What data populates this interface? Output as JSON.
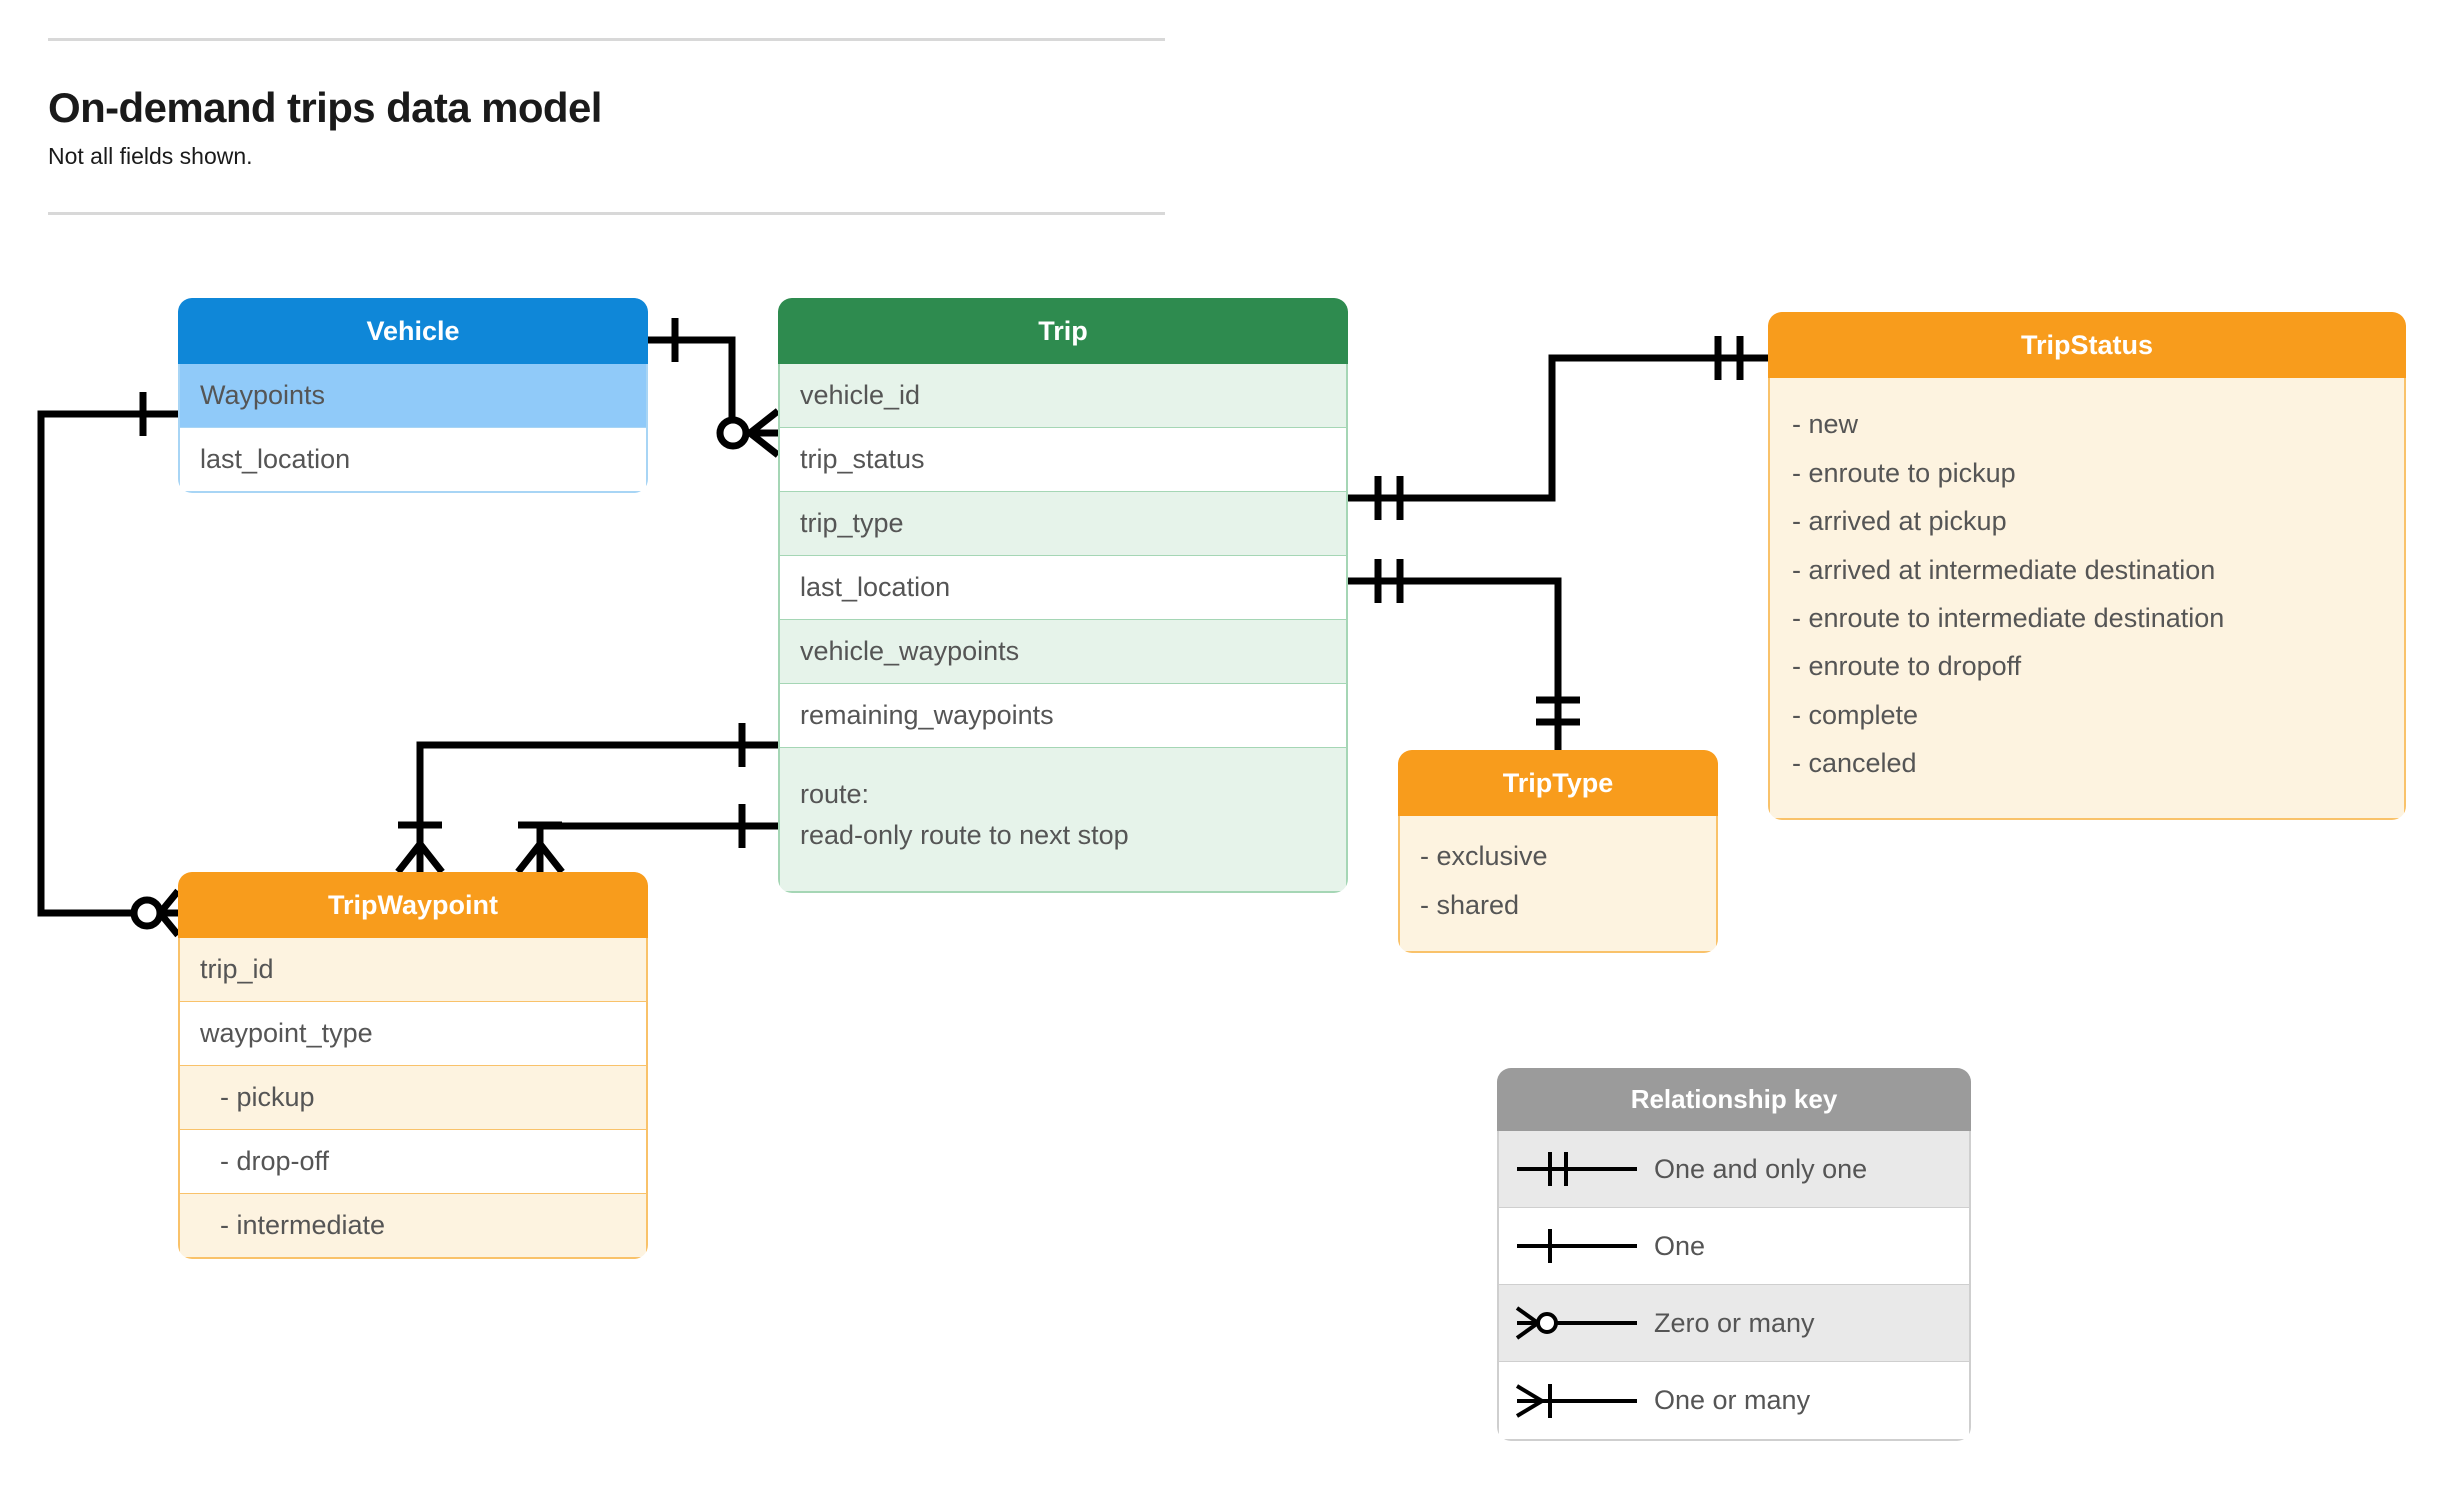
{
  "header": {
    "title": "On-demand trips data model",
    "subtitle": "Not all fields shown."
  },
  "entities": {
    "vehicle": {
      "name": "Vehicle",
      "header_color": "#0f87d8",
      "rows": [
        "Waypoints",
        "last_location"
      ]
    },
    "trip": {
      "name": "Trip",
      "header_color": "#2e8b4f",
      "rows": [
        "vehicle_id",
        "trip_status",
        "trip_type",
        "last_location",
        "vehicle_waypoints",
        "remaining_waypoints"
      ],
      "route_label": "route:",
      "route_desc": "read-only route to next stop"
    },
    "trip_status": {
      "name": "TripStatus",
      "header_color": "#f89c1c",
      "values": [
        "- new",
        "- enroute to pickup",
        "- arrived at pickup",
        "- arrived at intermediate destination",
        "- enroute to intermediate destination",
        "- enroute to dropoff",
        "- complete",
        "- canceled"
      ]
    },
    "trip_type": {
      "name": "TripType",
      "header_color": "#f89c1c",
      "values": [
        "- exclusive",
        "- shared"
      ]
    },
    "trip_waypoint": {
      "name": "TripWaypoint",
      "header_color": "#f89c1c",
      "rows": [
        "trip_id",
        "waypoint_type"
      ],
      "enum_rows": [
        "-  pickup",
        "-  drop-off",
        "-  intermediate"
      ]
    }
  },
  "legend": {
    "title": "Relationship key",
    "header_color": "#9b9b9b",
    "items": [
      {
        "symbol": "one-and-only-one",
        "label": "One and only one"
      },
      {
        "symbol": "one",
        "label": "One"
      },
      {
        "symbol": "zero-or-many",
        "label": "Zero or many"
      },
      {
        "symbol": "one-or-many",
        "label": "One or many"
      }
    ]
  },
  "relationships": [
    {
      "from": "Vehicle",
      "from_card": "one",
      "to": "Trip.vehicle_id",
      "to_card": "zero-or-many"
    },
    {
      "from": "Trip.trip_status",
      "from_card": "one-and-only-one",
      "to": "TripStatus",
      "to_card": "one-and-only-one"
    },
    {
      "from": "Trip.trip_type",
      "from_card": "one-and-only-one",
      "to": "TripType",
      "to_card": "one-and-only-one"
    },
    {
      "from": "Trip.vehicle_waypoints",
      "from_card": "one",
      "to": "TripWaypoint",
      "to_card": "one-or-many"
    },
    {
      "from": "Trip.remaining_waypoints",
      "from_card": "one",
      "to": "TripWaypoint",
      "to_card": "one-or-many"
    },
    {
      "from": "Vehicle.Waypoints",
      "from_card": "one",
      "to": "TripWaypoint",
      "to_card": "zero-or-many"
    }
  ]
}
